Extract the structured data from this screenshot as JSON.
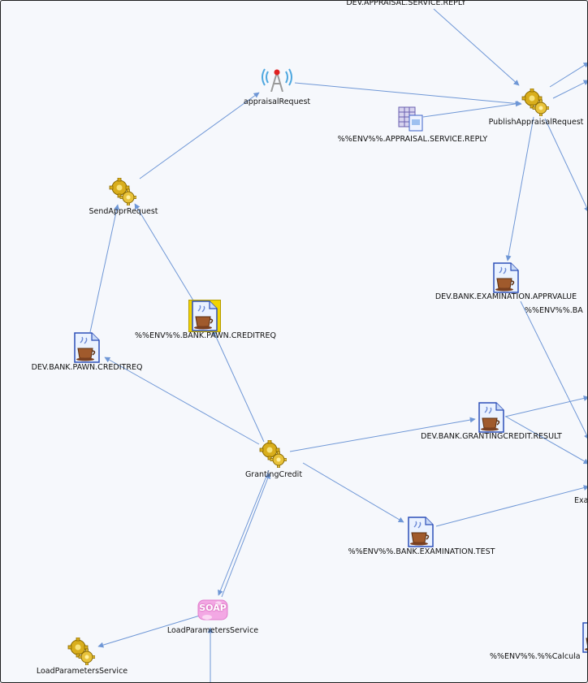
{
  "nodes": [
    {
      "id": "appraisal-reply-top",
      "type": "none",
      "label": "DEV.APPRAISAL.SERVICE.REPLY"
    },
    {
      "id": "appraisal-request",
      "type": "radio",
      "label": "appraisalRequest"
    },
    {
      "id": "publish-appraisal",
      "type": "gear",
      "label": "PublishAppraisalRequest"
    },
    {
      "id": "env-appraisal-reply",
      "type": "table",
      "label": "%%ENV%%.APPRAISAL.SERVICE.REPLY"
    },
    {
      "id": "send-appr",
      "type": "gear",
      "label": "SendApprRequest"
    },
    {
      "id": "apprvalue",
      "type": "java",
      "label": "DEV.BANK.EXAMINATION.APPRVALUE"
    },
    {
      "id": "env-ba",
      "type": "none",
      "label": "%%ENV%%.BA"
    },
    {
      "id": "env-pawn",
      "type": "java-selected",
      "label": "%%ENV%%.BANK.PAWN.CREDITREQ"
    },
    {
      "id": "pawn",
      "type": "java",
      "label": "DEV.BANK.PAWN.CREDITREQ"
    },
    {
      "id": "granting-result",
      "type": "java",
      "label": "DEV.BANK.GRANTINGCREDIT.RESULT"
    },
    {
      "id": "granting-credit",
      "type": "gear",
      "label": "GrantingCredit"
    },
    {
      "id": "exa",
      "type": "none",
      "label": "Exa"
    },
    {
      "id": "env-test",
      "type": "java",
      "label": "%%ENV%%.BANK.EXAMINATION.TEST"
    },
    {
      "id": "soap-load",
      "type": "soap",
      "label": "LoadParametersService"
    },
    {
      "id": "gear-load",
      "type": "gear",
      "label": "LoadParametersService"
    },
    {
      "id": "env-calc",
      "type": "java",
      "label": "%%ENV%%.%%Calcula"
    }
  ],
  "soap_text": "SOAP",
  "colors": {
    "edge": "#6f97d6",
    "gear": "#d4a81a",
    "doc": "#3f63c9",
    "selected": "#f2d400",
    "soap": "#e87ccf"
  }
}
